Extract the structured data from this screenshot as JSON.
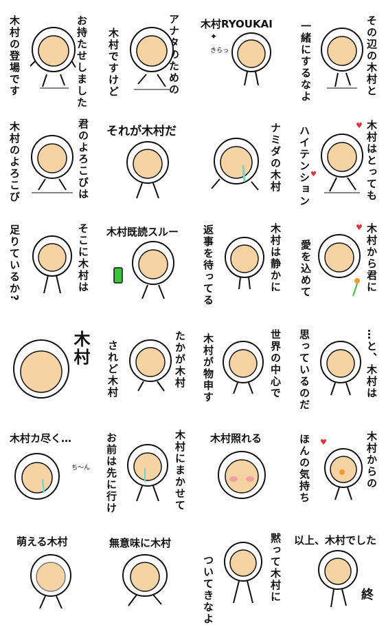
{
  "stickers": [
    {
      "lines": [
        "木村の登場です",
        "お持たせしました"
      ],
      "orientation": "vertical"
    },
    {
      "lines": [
        "アナタのための",
        "木村ですけど"
      ],
      "orientation": "vertical"
    },
    {
      "lines": [
        "木村RYOUKAI"
      ],
      "orientation": "horizontal",
      "extra": "きらっ"
    },
    {
      "lines": [
        "その辺の木村と",
        "一緒にするなよ"
      ],
      "orientation": "vertical"
    },
    {
      "lines": [
        "木村のよろこび",
        "君のよろこびは"
      ],
      "orientation": "vertical"
    },
    {
      "lines": [
        "それが木村だ"
      ],
      "orientation": "horizontal"
    },
    {
      "lines": [
        "ナミダの木村"
      ],
      "orientation": "vertical"
    },
    {
      "lines": [
        "ハイテンション",
        "木村はとっても"
      ],
      "orientation": "vertical"
    },
    {
      "lines": [
        "足りているか?",
        "そこに木村は"
      ],
      "orientation": "vertical"
    },
    {
      "lines": [
        "木村既読スルー"
      ],
      "orientation": "horizontal"
    },
    {
      "lines": [
        "返事を待ってる",
        "木村は静かに"
      ],
      "orientation": "vertical"
    },
    {
      "lines": [
        "愛を込めて",
        "木村から君に"
      ],
      "orientation": "vertical"
    },
    {
      "lines": [
        "木村"
      ],
      "orientation": "vertical-large"
    },
    {
      "lines": [
        "されど木村",
        "たかが木村"
      ],
      "orientation": "vertical"
    },
    {
      "lines": [
        "木村が物申す",
        "世界の中心で"
      ],
      "orientation": "vertical"
    },
    {
      "lines": [
        "思っているのだ",
        "…と、木村は"
      ],
      "orientation": "vertical"
    },
    {
      "lines": [
        "木村カ尽く…"
      ],
      "orientation": "horizontal",
      "extra": "ち～ん"
    },
    {
      "lines": [
        "お前は先に行け",
        "木村にまかせて"
      ],
      "orientation": "vertical"
    },
    {
      "lines": [
        "木村照れる"
      ],
      "orientation": "horizontal"
    },
    {
      "lines": [
        "ほんの気持ち",
        "木村からの"
      ],
      "orientation": "vertical"
    },
    {
      "lines": [
        "萌える木村"
      ],
      "orientation": "horizontal"
    },
    {
      "lines": [
        "無意味に木村"
      ],
      "orientation": "horizontal"
    },
    {
      "lines": [
        "ついてきなよ",
        "黙って木村に"
      ],
      "orientation": "vertical"
    },
    {
      "lines": [
        "以上、木村でした"
      ],
      "orientation": "horizontal",
      "extra": "終"
    }
  ],
  "colors": {
    "face": "#f6d3a3",
    "outline": "#111111",
    "heart": "#e0343a",
    "tear": "#6fd6cf",
    "blush": "#f2a0a0",
    "phone": "#3cc43c"
  }
}
